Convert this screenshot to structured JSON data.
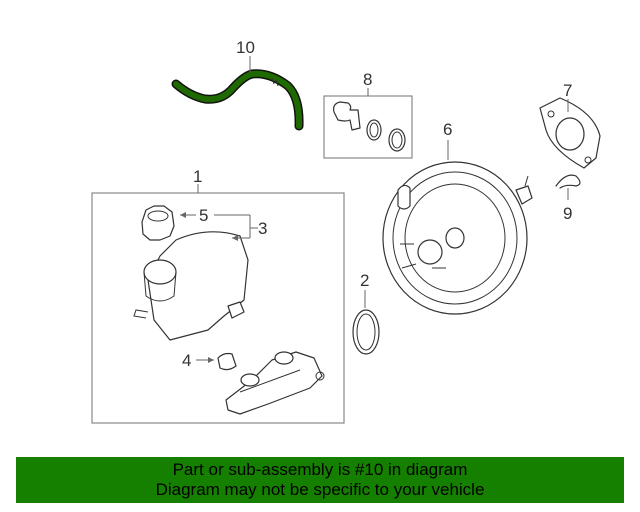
{
  "callouts": {
    "c1": "1",
    "c2": "2",
    "c3": "3",
    "c4": "4",
    "c5": "5",
    "c6": "6",
    "c7": "7",
    "c8": "8",
    "c9": "9",
    "c10": "10"
  },
  "banner": {
    "line1": "Part or sub-assembly is #10 in diagram",
    "line2": "Diagram may not be specific to your vehicle"
  },
  "colors": {
    "banner_bg": "#158000",
    "highlight_part": "#1f6a00"
  }
}
